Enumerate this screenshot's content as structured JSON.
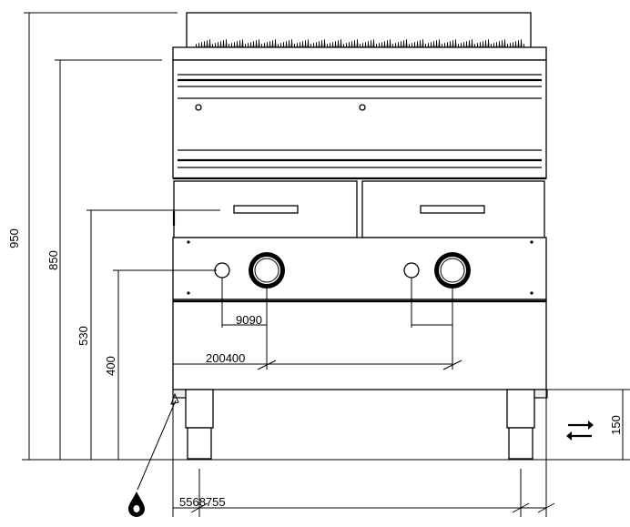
{
  "dimensions": {
    "total_height": "950",
    "top_height": "850",
    "drawer_height": "530",
    "knob_height": "400",
    "knob_offset": "9090",
    "knob_spacing": "200400",
    "leg_height": "150",
    "base_widths": "5568755"
  },
  "icons": {
    "gas_inlet": "gas-drop-icon",
    "connection_arrows": "double-arrow-icon"
  }
}
